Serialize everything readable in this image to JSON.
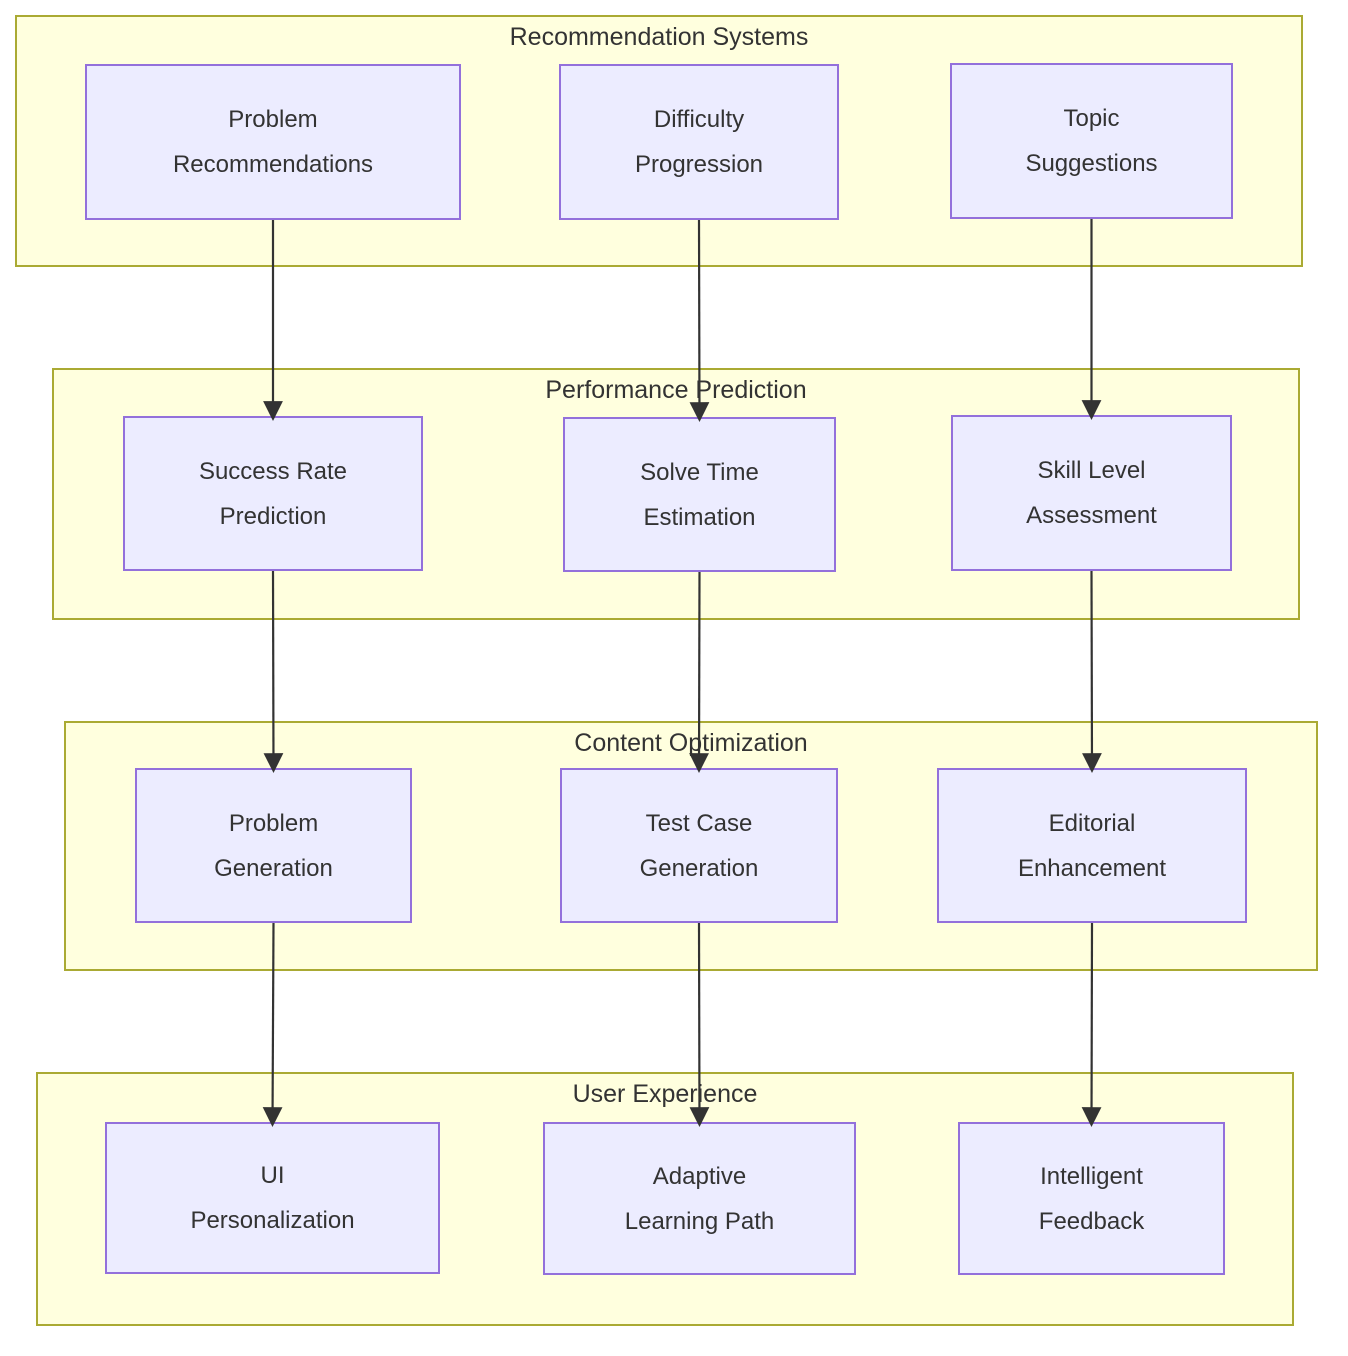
{
  "diagram": {
    "groups": [
      {
        "id": "recommendation-systems",
        "title": "Recommendation Systems",
        "nodes": [
          {
            "id": "problem-recommendations",
            "label": "Problem\nRecommendations"
          },
          {
            "id": "difficulty-progression",
            "label": "Difficulty\nProgression"
          },
          {
            "id": "topic-suggestions",
            "label": "Topic\nSuggestions"
          }
        ]
      },
      {
        "id": "performance-prediction",
        "title": "Performance Prediction",
        "nodes": [
          {
            "id": "success-rate-prediction",
            "label": "Success Rate\nPrediction"
          },
          {
            "id": "solve-time-estimation",
            "label": "Solve Time\nEstimation"
          },
          {
            "id": "skill-level-assessment",
            "label": "Skill Level\nAssessment"
          }
        ]
      },
      {
        "id": "content-optimization",
        "title": "Content Optimization",
        "nodes": [
          {
            "id": "problem-generation",
            "label": "Problem\nGeneration"
          },
          {
            "id": "test-case-generation",
            "label": "Test Case\nGeneration"
          },
          {
            "id": "editorial-enhancement",
            "label": "Editorial\nEnhancement"
          }
        ]
      },
      {
        "id": "user-experience",
        "title": "User Experience",
        "nodes": [
          {
            "id": "ui-personalization",
            "label": "UI\nPersonalization"
          },
          {
            "id": "adaptive-learning-path",
            "label": "Adaptive\nLearning Path"
          },
          {
            "id": "intelligent-feedback",
            "label": "Intelligent\nFeedback"
          }
        ]
      }
    ],
    "edges": [
      {
        "from": "problem-recommendations",
        "to": "success-rate-prediction"
      },
      {
        "from": "difficulty-progression",
        "to": "solve-time-estimation"
      },
      {
        "from": "topic-suggestions",
        "to": "skill-level-assessment"
      },
      {
        "from": "success-rate-prediction",
        "to": "problem-generation"
      },
      {
        "from": "solve-time-estimation",
        "to": "test-case-generation"
      },
      {
        "from": "skill-level-assessment",
        "to": "editorial-enhancement"
      },
      {
        "from": "problem-generation",
        "to": "ui-personalization"
      },
      {
        "from": "test-case-generation",
        "to": "adaptive-learning-path"
      },
      {
        "from": "editorial-enhancement",
        "to": "intelligent-feedback"
      }
    ],
    "colors": {
      "group_fill": "#ffffde",
      "group_border": "#aaaa33",
      "node_fill": "#ececff",
      "node_border": "#9370db",
      "text": "#333333",
      "edge": "#333333"
    }
  }
}
